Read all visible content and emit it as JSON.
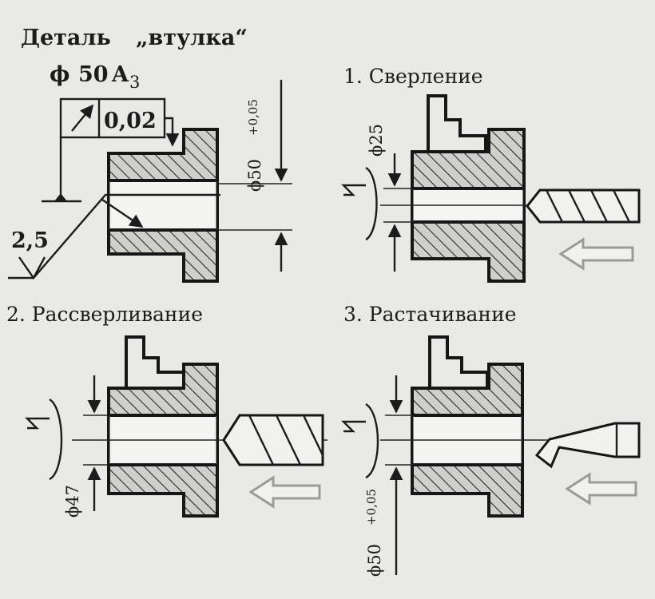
{
  "title_prefix": "Деталь",
  "title_name": "„втулка“",
  "part": {
    "diameter_symbol": "ϕ",
    "diameter_value": "50",
    "fit_class": "A",
    "fit_index": "3",
    "runout_tolerance": "0,02",
    "dimension": "ϕ50",
    "dimension_tolerance": "+0,05",
    "roughness": "2,5"
  },
  "steps": [
    {
      "title": "1. Сверление",
      "dimension": "ϕ25",
      "tolerance": ""
    },
    {
      "title": "2. Рассверливание",
      "dimension": "ϕ47",
      "tolerance": ""
    },
    {
      "title": "3. Растачивание",
      "dimension": "ϕ50",
      "tolerance": "+0,05"
    }
  ],
  "colors": {
    "background": "#e9e9e6",
    "line": "#161616",
    "feed_arrow": "#9a9a96",
    "bore": "#f4f4f2"
  },
  "icons": {
    "runout": "runout-arrow-icon",
    "roughness": "roughness-check-icon",
    "rotation": "rotation-arrow-icon",
    "feed": "feed-arrow-icon"
  }
}
